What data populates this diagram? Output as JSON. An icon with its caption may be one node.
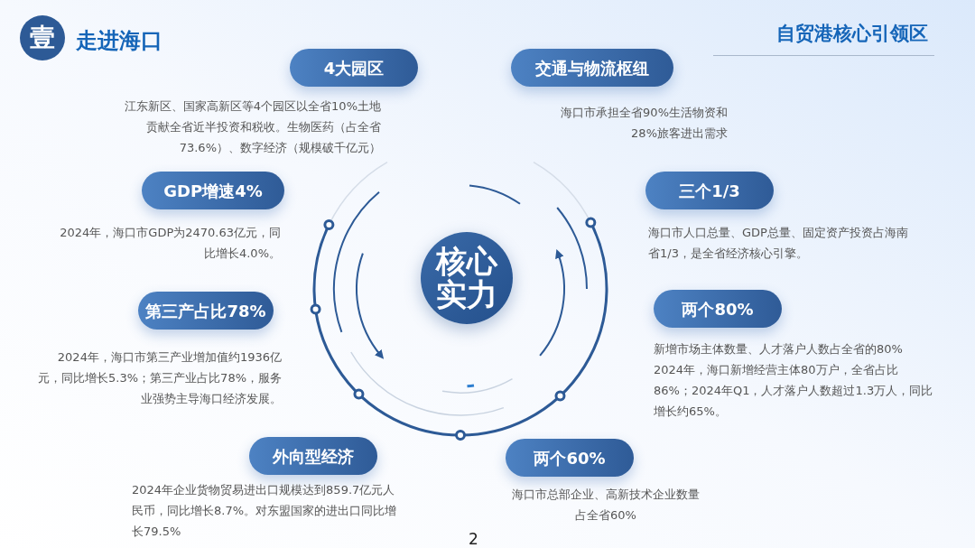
{
  "diagram": {
    "title": "走进海口",
    "nodes": [
      {
        "text": [
          "壹"
        ]
      },
      {
        "text": [
          "核心实力"
        ]
      },
      {
        "text": [
          "4大园区"
        ],
        "beside": [
          "江东新区、国家高新区等4个园区以全省10%土地贡献全省近半投资和税收。生物医药（占全省73.6%）、数字经济（规模破千亿元）"
        ]
      },
      {
        "text": [
          "交通与物流枢纽"
        ],
        "beside": [
          "海口市承担全省90%生活物资和28%旅客进出需求"
        ]
      },
      {
        "text": [
          "GDP增速4%"
        ],
        "beside": [
          "2024年，海口市GDP为2470.63亿元，同比增长4.0%。"
        ]
      },
      {
        "text": [
          "三个1/3"
        ],
        "beside": [
          "海口市人口总量、GDP总量、固定资产投资占海南省1/3，是全省经济核心引擎。"
        ]
      },
      {
        "text": [
          "第三产占比78%"
        ],
        "beside": [
          "2024年，海口市第三产业增加值约1936亿元，同比增长5.3%；第三产业占比78%，服务业强势主导海口经济发展。"
        ]
      },
      {
        "text": [
          "两个80%"
        ],
        "beside": [
          "新增市场主体数量、人才落户人数占全省的80% 2024年，海口新增经营主体80万户，全省占比86%；2024年Q1，人才落户人数超过1.3万人，同比增长约65%。"
        ]
      },
      {
        "text": [
          "外向型经济"
        ],
        "beside": [
          "2024年企业货物贸易进出口规模达到859.7亿元人民币，同比增长8.7%。对东盟国家的进出口同比增长79.5%"
        ]
      },
      {
        "text": [
          "两个60%"
        ],
        "beside": [
          "海口市总部企业、高新技术企业数量占全省60%"
        ]
      }
    ],
    "labels": [
      "自贸港核心引领区",
      "2"
    ]
  }
}
